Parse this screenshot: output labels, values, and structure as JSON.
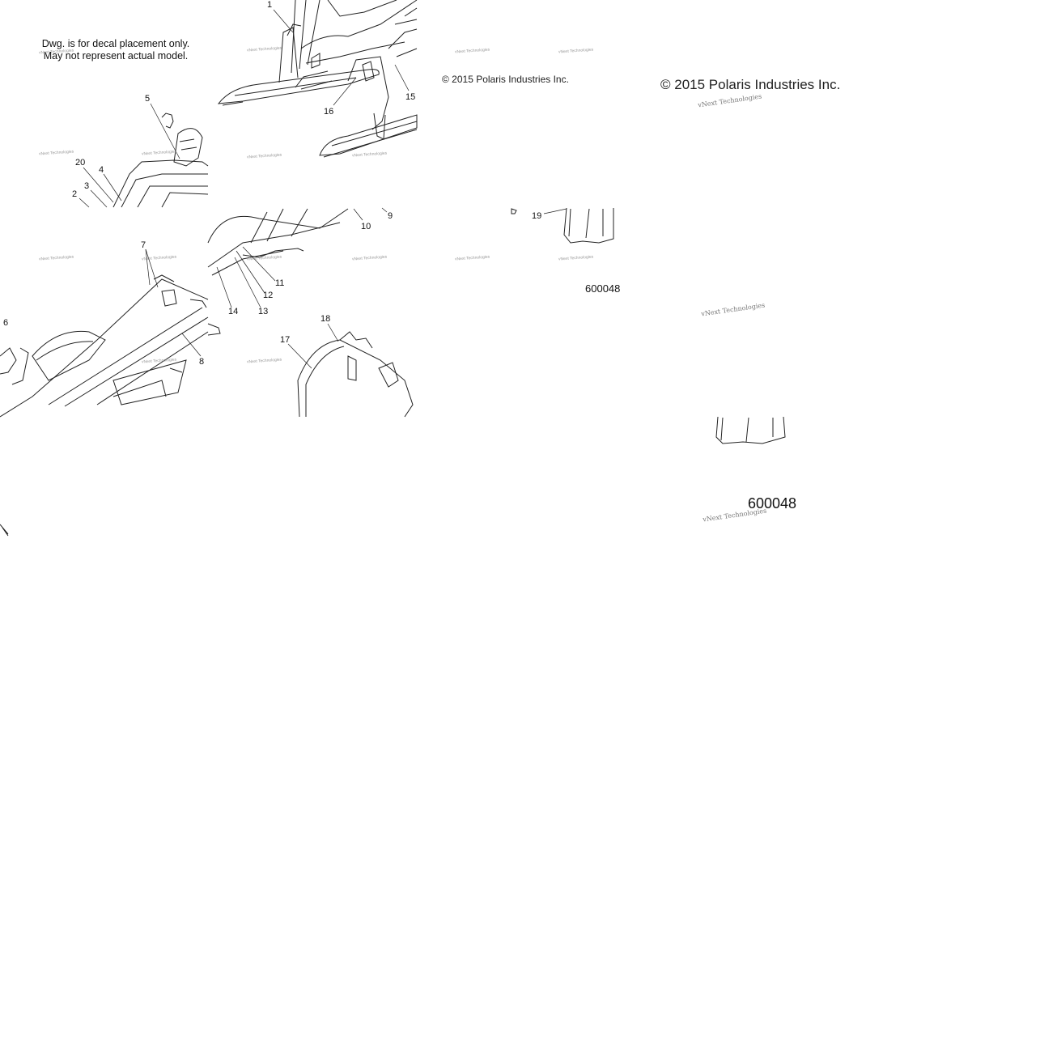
{
  "note": {
    "line1": "Dwg. is for decal placement only.",
    "line2": "May not represent actual model."
  },
  "copyright": "© 2015 Polaris Industries Inc.",
  "drawing_number": "600048",
  "watermark": "vNext Technologies",
  "callouts": [
    "1",
    "2",
    "3",
    "4",
    "5",
    "6",
    "7",
    "8",
    "9",
    "10",
    "11",
    "12",
    "13",
    "14",
    "15",
    "16",
    "17",
    "18",
    "19",
    "20"
  ]
}
